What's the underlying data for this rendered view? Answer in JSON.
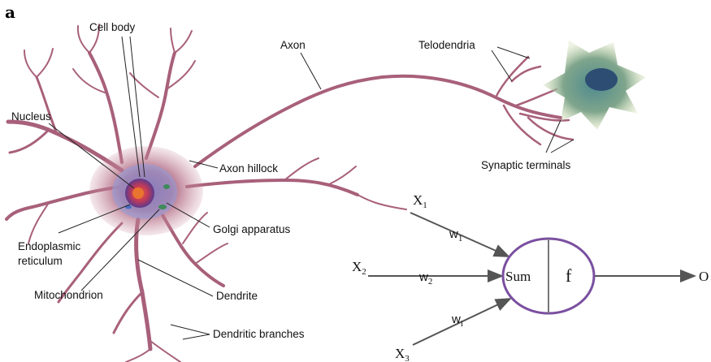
{
  "panel_letter": "a",
  "neuron_labels": {
    "cell_body": "Cell body",
    "axon": "Axon",
    "telodendria": "Telodendria",
    "nucleus": "Nucleus",
    "axon_hillock": "Axon hillock",
    "synaptic_terminals": "Synaptic terminals",
    "golgi": "Golgi apparatus",
    "er_line1": "Endoplasmic",
    "er_line2": "reticulum",
    "mitochondrion": "Mitochondrion",
    "dendrite": "Dendrite",
    "dendritic_branches": "Dendritic branches"
  },
  "perceptron": {
    "inputs": [
      {
        "name": "X",
        "sub": "1"
      },
      {
        "name": "X",
        "sub": "2"
      },
      {
        "name": "X",
        "sub": "3"
      }
    ],
    "weights": [
      {
        "name": "w",
        "sub": "1"
      },
      {
        "name": "w",
        "sub": "2"
      },
      {
        "name": "w",
        "sub": "i"
      }
    ],
    "sum_label": "Sum",
    "activation_label": "f",
    "output_label": "O"
  },
  "colors": {
    "neuron_body": "#a8607a",
    "neuron_dark": "#8a3f5c",
    "cell_glow": "#7f8fd9",
    "target_cell": "#6f9a86",
    "target_nucleus": "#2d4d73",
    "perceptron_circle": "#7a4fa0",
    "arrow": "#555555"
  }
}
